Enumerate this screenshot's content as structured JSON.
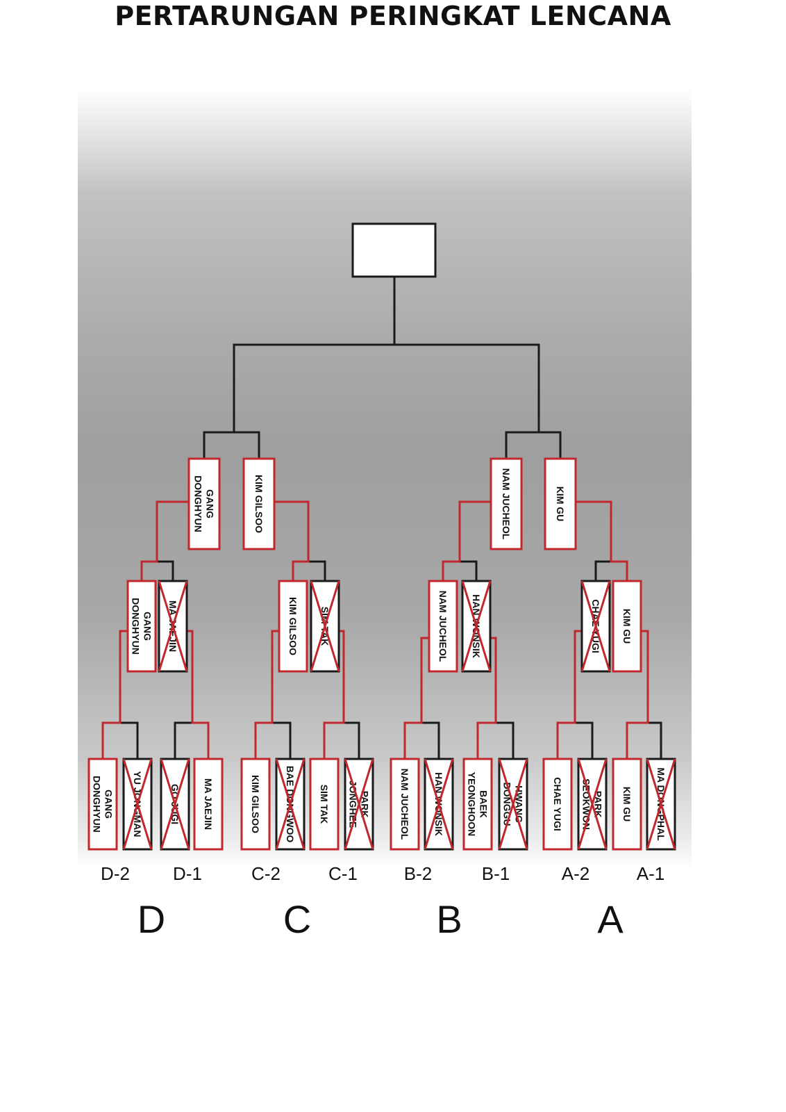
{
  "title": "PERTARUNGAN PERINGKAT LENCANA",
  "champion": "",
  "colors": {
    "winner_line": "#c0282d",
    "neutral_line": "#1a1a1a",
    "eliminated_cross": "#c0282d",
    "box_fill": "#ffffff"
  },
  "round1": [
    {
      "name": "GANG DONGHYUN",
      "eliminated": false
    },
    {
      "name": "YU JONGMAN",
      "eliminated": true
    },
    {
      "name": "GO JUGI",
      "eliminated": true
    },
    {
      "name": "MA JAEJIN",
      "eliminated": false
    },
    {
      "name": "KIM GILSOO",
      "eliminated": false
    },
    {
      "name": "BAE DONGWOO",
      "eliminated": true
    },
    {
      "name": "SIM TAK",
      "eliminated": false
    },
    {
      "name": "PARK JONGHEE",
      "eliminated": true
    },
    {
      "name": "NAM JUCHEOL",
      "eliminated": false
    },
    {
      "name": "HAN WONSIK",
      "eliminated": true
    },
    {
      "name": "BAEK YEONGHOON",
      "eliminated": false
    },
    {
      "name": "HWANG DONGGU",
      "eliminated": true
    },
    {
      "name": "CHAE YUGI",
      "eliminated": false
    },
    {
      "name": "PARK SEOKWON",
      "eliminated": true
    },
    {
      "name": "KIM GU",
      "eliminated": false
    },
    {
      "name": "MA DONGPHAL",
      "eliminated": true
    }
  ],
  "round2": [
    {
      "name": "GANG DONGHYUN",
      "eliminated": false
    },
    {
      "name": "MA JAEJIN",
      "eliminated": true
    },
    {
      "name": "KIM GILSOO",
      "eliminated": false
    },
    {
      "name": "SIM TAK",
      "eliminated": true
    },
    {
      "name": "NAM JUCHEOL",
      "eliminated": false
    },
    {
      "name": "HAN WONSIK",
      "eliminated": true
    },
    {
      "name": "CHAE YUGI",
      "eliminated": true
    },
    {
      "name": "KIM GU",
      "eliminated": false
    }
  ],
  "round3": [
    {
      "name": "GANG DONGHYUN",
      "eliminated": false
    },
    {
      "name": "KIM GILSOO",
      "eliminated": false
    },
    {
      "name": "NAM JUCHEOL",
      "eliminated": false
    },
    {
      "name": "KIM GU",
      "eliminated": false
    }
  ],
  "sub_groups": [
    "D-2",
    "D-1",
    "C-2",
    "C-1",
    "B-2",
    "B-1",
    "A-2",
    "A-1"
  ],
  "groups": [
    "D",
    "C",
    "B",
    "A"
  ]
}
